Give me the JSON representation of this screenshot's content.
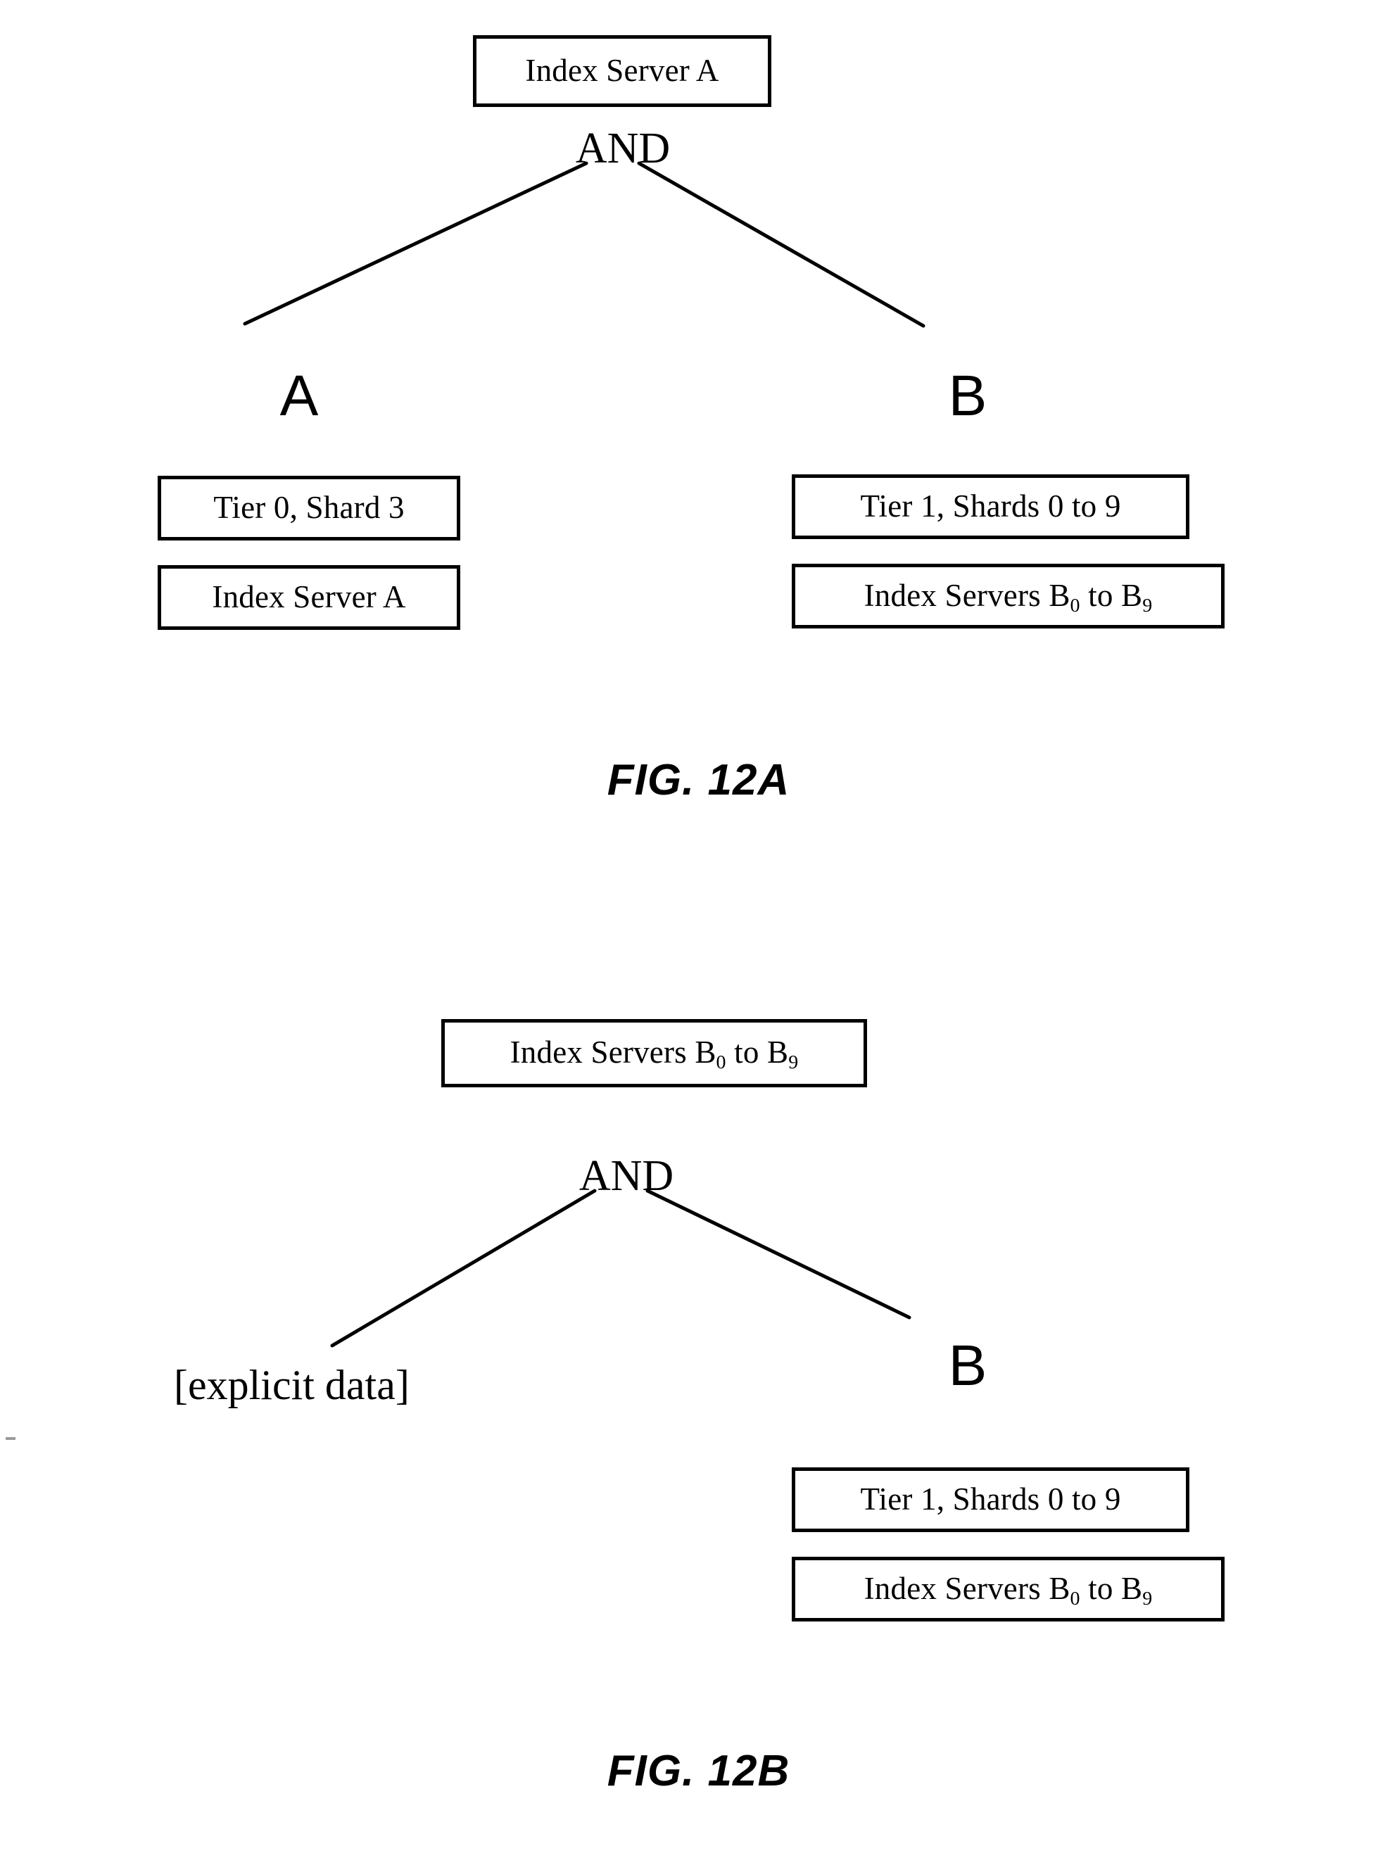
{
  "document": {
    "type": "patent-figure-sheet",
    "background": "#ffffff",
    "ink": "#000000"
  },
  "figures": [
    {
      "id": "fig-12a",
      "caption": "FIG. 12A",
      "root_box": "Index Server A",
      "operator": "AND",
      "branches": [
        {
          "key": "A",
          "label": "A",
          "boxes": [
            {
              "text": "Tier 0, Shard 3",
              "base": "Tier 0, Shard 3",
              "sub": ""
            },
            {
              "text": "Index Server A",
              "base": "Index Server A",
              "sub": ""
            }
          ]
        },
        {
          "key": "B",
          "label": "B",
          "boxes": [
            {
              "text": "Tier 1, Shards 0 to 9",
              "base": "Tier 1, Shards 0 to 9",
              "sub": ""
            },
            {
              "text": "Index Servers B0 to B9",
              "base": "Index Servers B",
              "sub": "0",
              "base2": " to B",
              "sub2": "9"
            }
          ]
        }
      ]
    },
    {
      "id": "fig-12b",
      "caption": "FIG. 12B",
      "root_box": "Index Servers B0 to B9",
      "root_box_parts": {
        "base": "Index Servers B",
        "sub": "0",
        "base2": " to B",
        "sub2": "9"
      },
      "operator": "AND",
      "branches": [
        {
          "key": "explicit",
          "label": "[explicit data]",
          "boxes": []
        },
        {
          "key": "B",
          "label": "B",
          "boxes": [
            {
              "text": "Tier 1, Shards 0 to 9",
              "base": "Tier 1, Shards 0 to 9",
              "sub": ""
            },
            {
              "text": "Index Servers B0 to B9",
              "base": "Index Servers B",
              "sub": "0",
              "base2": " to B",
              "sub2": "9"
            }
          ]
        }
      ]
    }
  ],
  "fig12a": {
    "root_label": "Index Server A",
    "operator": "AND",
    "left_branch_label": "A",
    "right_branch_label": "B",
    "left_box_1": "Tier 0, Shard 3",
    "left_box_2": "Index Server A",
    "right_box_1": "Tier 1, Shards 0 to 9",
    "right_box_2_base": "Index Servers B",
    "right_box_2_sub1": "0",
    "right_box_2_mid": " to B",
    "right_box_2_sub2": "9",
    "caption": "FIG. 12A"
  },
  "fig12b": {
    "root_base": "Index Servers B",
    "root_sub1": "0",
    "root_mid": " to B",
    "root_sub2": "9",
    "operator": "AND",
    "left_branch_label": "[explicit data]",
    "right_branch_label": "B",
    "right_box_1": "Tier 1, Shards 0 to 9",
    "right_box_2_base": "Index Servers B",
    "right_box_2_sub1": "0",
    "right_box_2_mid": " to B",
    "right_box_2_sub2": "9",
    "caption": "FIG. 12B"
  }
}
